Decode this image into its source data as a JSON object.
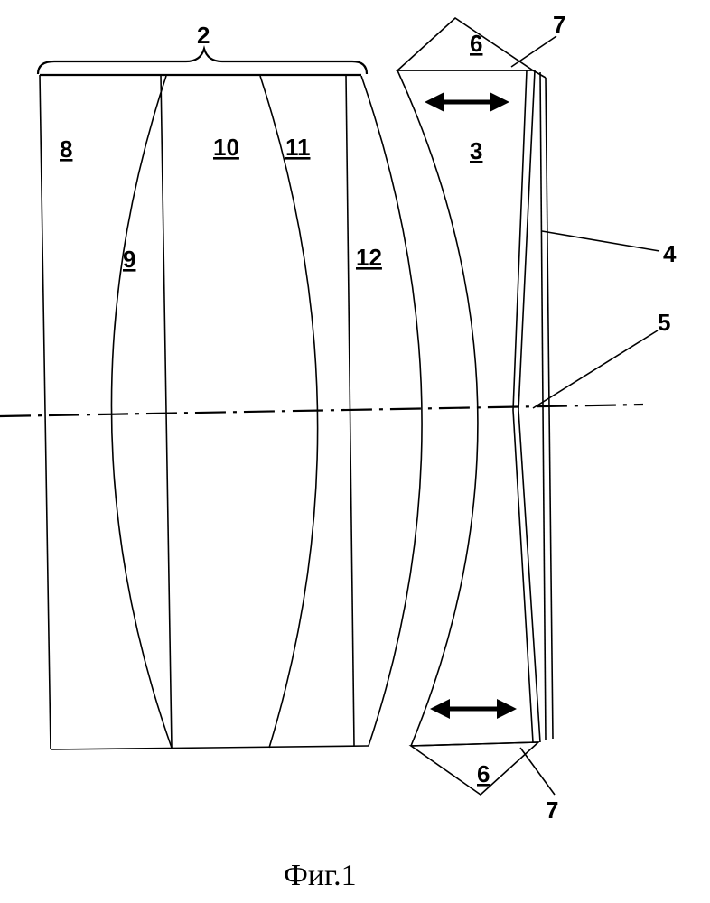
{
  "labels": {
    "group": "2",
    "eyepiece_element": "3",
    "plate": "4",
    "axis": "5",
    "prism_top": "6",
    "prism_bottom": "6",
    "edge_top": "7",
    "edge_bottom": "7",
    "lens_8": "8",
    "lens_9": "9",
    "lens_10": "10",
    "lens_11": "11",
    "lens_12": "12"
  },
  "caption": "Фиг.1"
}
